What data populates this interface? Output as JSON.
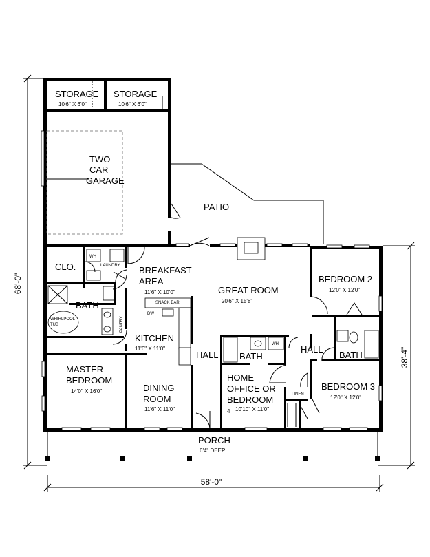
{
  "rooms": {
    "storage1": {
      "name": "STORAGE",
      "size": "10'6\" X 6'0\""
    },
    "storage2": {
      "name": "STORAGE",
      "size": "10'6\" X 6'0\""
    },
    "garage": {
      "line1": "TWO",
      "line2": "CAR",
      "line3": "GARAGE"
    },
    "patio": {
      "name": "PATIO"
    },
    "closet": {
      "name": "CLO."
    },
    "laundry": {
      "name": "LAUNDRY"
    },
    "master_bath": {
      "name": "BATH"
    },
    "whirlpool": {
      "line1": "WHIRLPOOL",
      "line2": "TUB"
    },
    "pantry": {
      "name": "PANTRY"
    },
    "breakfast": {
      "line1": "BREAKFAST",
      "line2": "AREA",
      "size": "11'6\" X 10'0\""
    },
    "snack_bar": {
      "name": "SNACK BAR"
    },
    "dw": {
      "name": "DW"
    },
    "kitchen": {
      "name": "KITCHEN",
      "size": "11'6\" X 11'0\""
    },
    "great_room": {
      "name": "GREAT ROOM",
      "size": "20'6\" X 15'8\""
    },
    "hall1": {
      "name": "HALL"
    },
    "hall2": {
      "name": "HALL"
    },
    "bedroom2": {
      "name": "BEDROOM 2",
      "size": "12'0\" X 12'0\""
    },
    "bath_mid": {
      "name": "BATH"
    },
    "bath_right": {
      "name": "BATH"
    },
    "master_bedroom": {
      "line1": "MASTER",
      "line2": "BEDROOM",
      "size": "14'0\" X 16'0\""
    },
    "dining": {
      "line1": "DINING",
      "line2": "ROOM",
      "size": "11'6\" X 11'0\""
    },
    "office": {
      "line1": "HOME",
      "line2": "OFFICE OR",
      "line3": "BEDROOM",
      "line4": "4",
      "size": "10'10\" X 11'0\""
    },
    "linen": {
      "name": "LINEN"
    },
    "bedroom3": {
      "name": "BEDROOM 3",
      "size": "12'0\" X 12'0\""
    },
    "porch": {
      "name": "PORCH",
      "size": "6'4\" DEEP"
    }
  },
  "appliance_tags": {
    "wh": "WH",
    "garage_wh": "WH"
  },
  "dimensions": {
    "overall_depth": "68'-0\"",
    "overall_width": "58'-0\"",
    "right_depth": "38'-4\""
  }
}
